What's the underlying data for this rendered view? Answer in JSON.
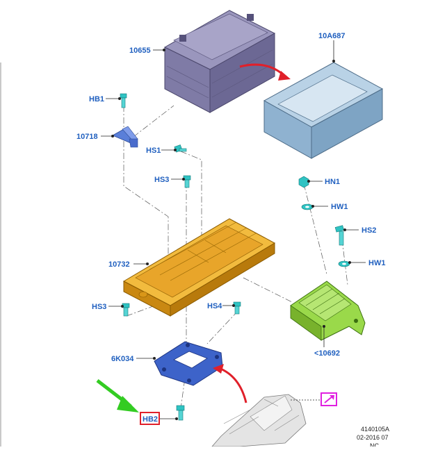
{
  "labels": {
    "battery": "10655",
    "battery_cover": "10A687",
    "hb1": "HB1",
    "clip_10718": "10718",
    "hs1": "HS1",
    "hs3_top": "HS3",
    "tray": "10732",
    "hs3_bottom": "HS3",
    "hs4": "HS4",
    "bracket": "6K034",
    "hb2": "HB2",
    "hn1": "HN1",
    "hw1_top": "HW1",
    "hs2": "HS2",
    "hw1_bottom": "HW1",
    "support": "<10692"
  },
  "footer": {
    "ref": "4140105A",
    "date": "02-2016 07",
    "code": "NC"
  },
  "colors": {
    "label_blue": "#1f5fbf",
    "battery_purple": "#7f7ba6",
    "cover_blue": "#8fb2d0",
    "tray_orange": "#e8a52a",
    "bracket_blue": "#3d63c9",
    "support_green": "#8fcf3f",
    "fastener_teal": "#2fc3c3",
    "arrow_red": "#e0202a",
    "pointer_green": "#33cc22",
    "highlight_red": "#e0202a",
    "magenta": "#e020e0"
  }
}
